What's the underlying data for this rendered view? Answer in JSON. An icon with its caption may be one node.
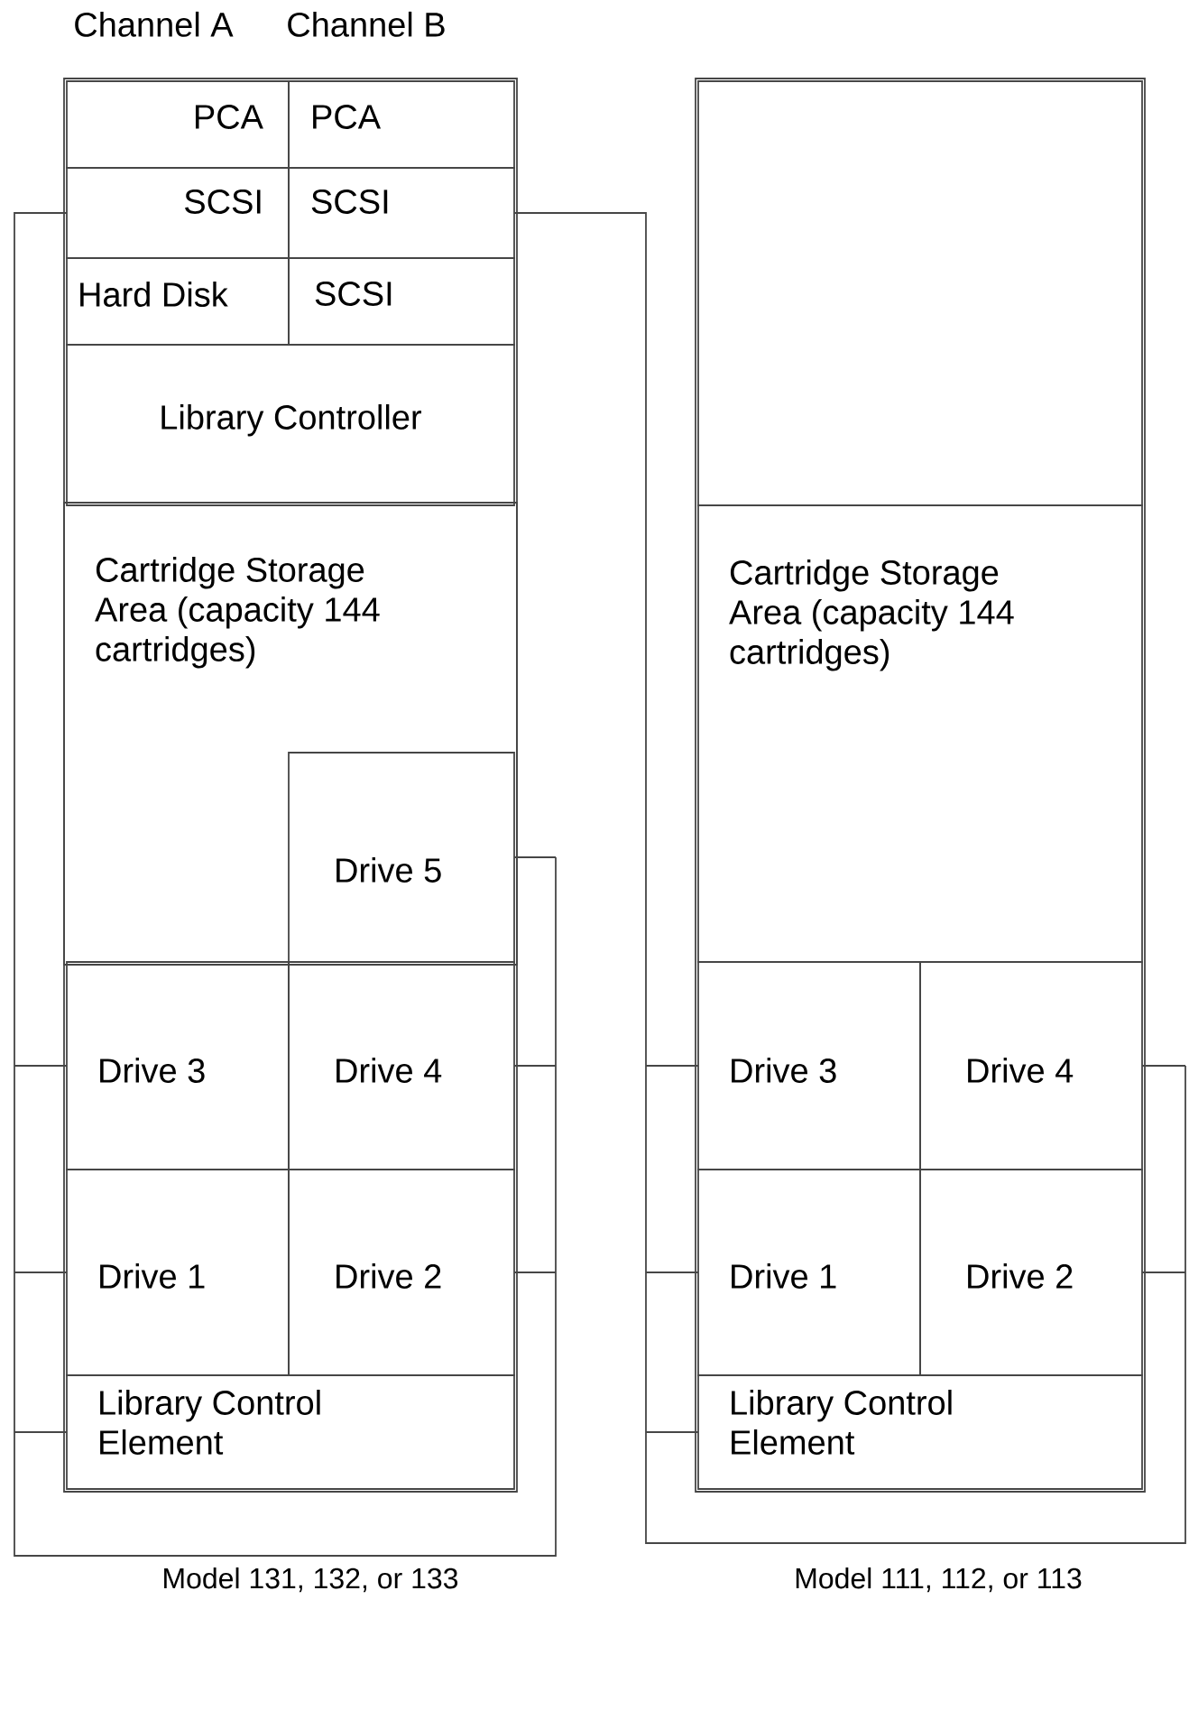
{
  "diagram": {
    "nodes": [
      {
        "text": [],
        "shape": "box"
      },
      {
        "text": [
          "PCA"
        ],
        "in": 0
      },
      {
        "text": [
          "PCA"
        ],
        "in": 0
      },
      {
        "text": [
          "SCSI"
        ],
        "in": 0
      },
      {
        "text": [
          "SCSI"
        ],
        "in": 0
      },
      {
        "text": [
          "Hard Disk"
        ],
        "in": 0
      },
      {
        "text": [
          "SCSI"
        ],
        "in": 0
      },
      {
        "text": [
          "Library Controller"
        ],
        "in": 0
      },
      {
        "text": [
          "Cartridge Storage Area (capacity 144 cartridges)"
        ],
        "in": 0
      },
      {
        "text": [
          "Drive 5"
        ],
        "in": 8
      },
      {
        "text": [
          "Drive 3"
        ],
        "in": 0
      },
      {
        "text": [
          "Drive 4"
        ],
        "in": 0
      },
      {
        "text": [
          "Drive 1"
        ],
        "in": 0
      },
      {
        "text": [
          "Drive 2"
        ],
        "in": 0
      },
      {
        "text": [
          "Library Control Element"
        ],
        "in": 0
      },
      {
        "text": [],
        "shape": "box"
      },
      {
        "text": [],
        "shape": "box",
        "in": 15
      },
      {
        "text": [
          "Cartridge Storage Area (capacity 144 cartridges)"
        ],
        "in": 15
      },
      {
        "text": [
          "Drive 3"
        ],
        "in": 15
      },
      {
        "text": [
          "Drive 4"
        ],
        "in": 15
      },
      {
        "text": [
          "Drive 1"
        ],
        "in": 15
      },
      {
        "text": [
          "Drive 2"
        ],
        "in": 15
      },
      {
        "text": [
          "Library Control Element"
        ],
        "in": 15
      }
    ],
    "edges": [
      {
        "from": 3,
        "to": 10,
        "arrow": "none"
      },
      {
        "from": 3,
        "to": 12,
        "arrow": "none"
      },
      {
        "from": 3,
        "to": 14,
        "arrow": "none"
      },
      {
        "from": 3,
        "to": 9,
        "arrow": "none"
      },
      {
        "from": 3,
        "to": 11,
        "arrow": "none"
      },
      {
        "from": 3,
        "to": 13,
        "arrow": "none"
      },
      {
        "from": 4,
        "to": 18,
        "arrow": "none"
      },
      {
        "from": 4,
        "to": 20,
        "arrow": "none"
      },
      {
        "from": 4,
        "to": 22,
        "arrow": "none"
      },
      {
        "from": 4,
        "to": 19,
        "arrow": "none"
      },
      {
        "from": 4,
        "to": 21,
        "arrow": "none"
      }
    ],
    "labels": [
      "Channel A",
      "Channel B",
      "Model 131, 132, or 133",
      "Model 111, 112, or 113"
    ]
  }
}
